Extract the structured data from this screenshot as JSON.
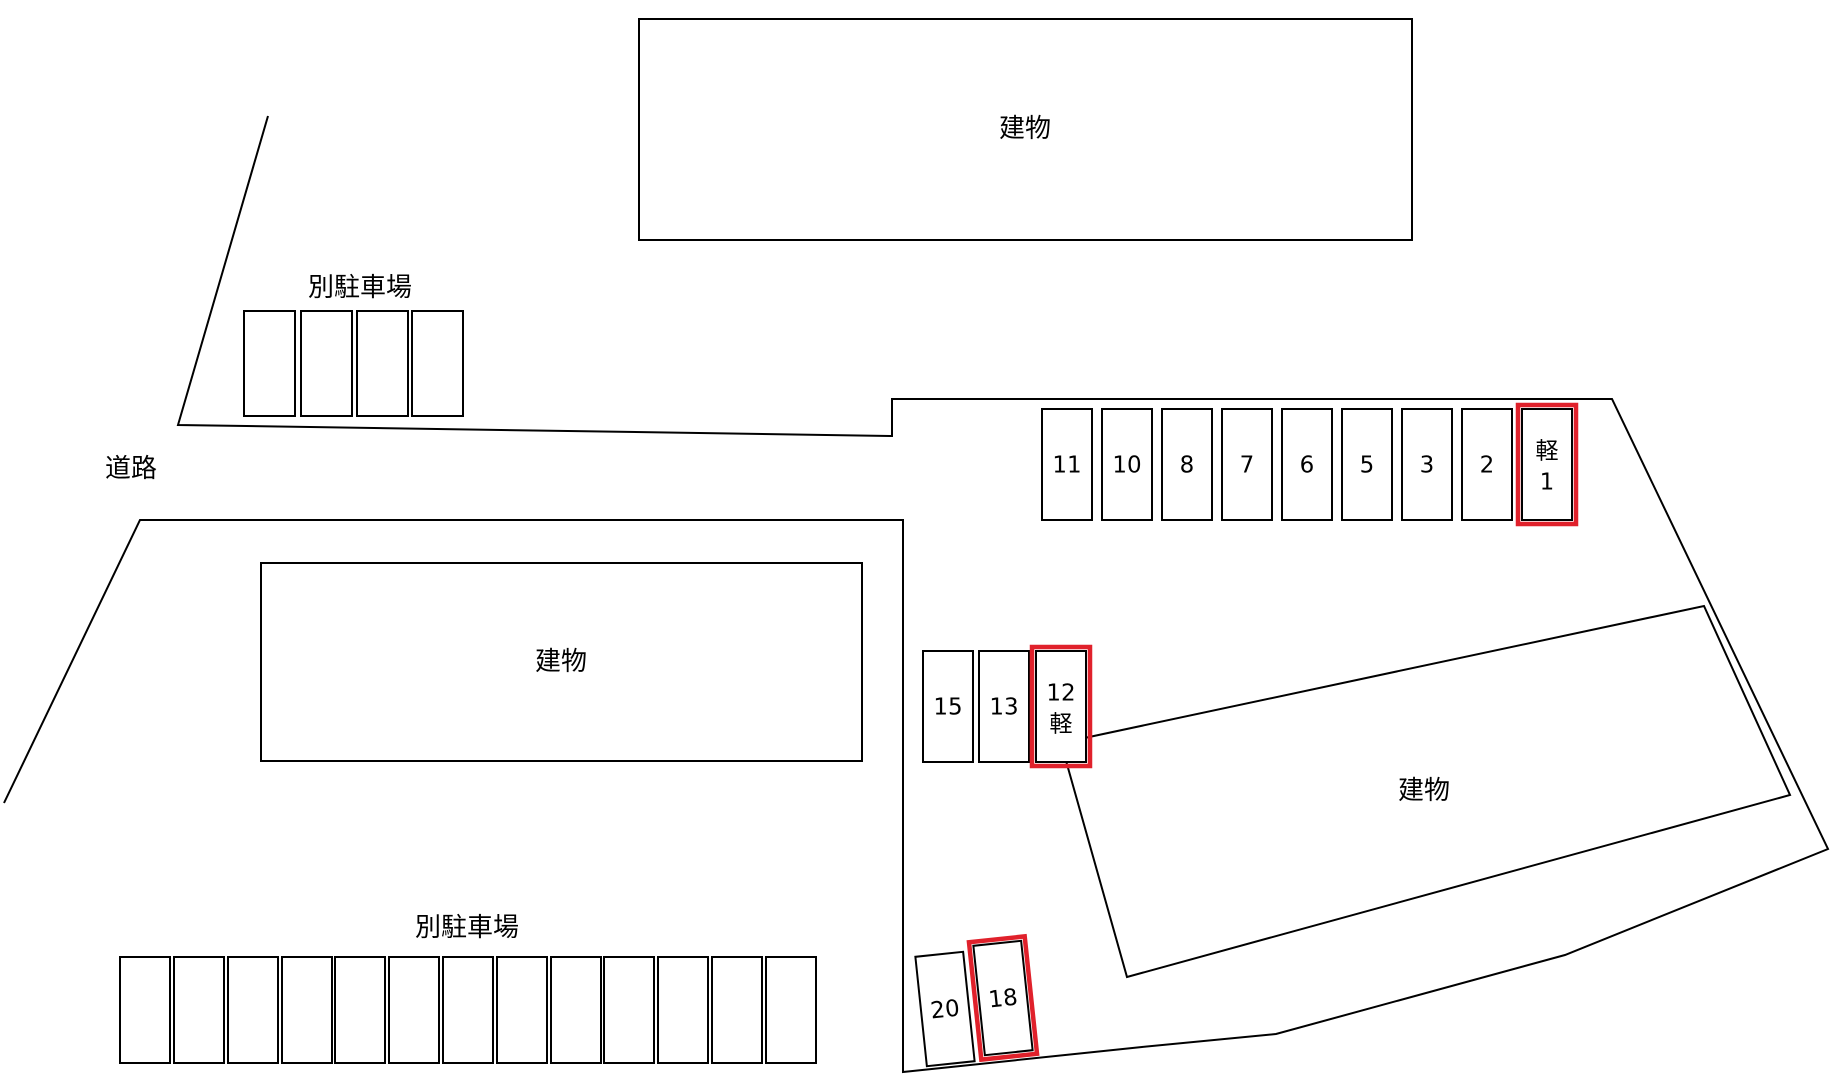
{
  "labels": {
    "building": "建物",
    "separate_parking": "別駐車場",
    "road": "道路"
  },
  "upper_row": [
    {
      "line1": "11"
    },
    {
      "line1": "10"
    },
    {
      "line1": "8"
    },
    {
      "line1": "7"
    },
    {
      "line1": "6"
    },
    {
      "line1": "5"
    },
    {
      "line1": "3"
    },
    {
      "line1": "2"
    },
    {
      "line1": "軽",
      "line2": "1",
      "highlighted": true
    }
  ],
  "middle_row": [
    {
      "line1": "15"
    },
    {
      "line1": "13"
    },
    {
      "line1": "12",
      "line2": "軽",
      "highlighted": true
    }
  ],
  "lower_spaces": [
    {
      "line1": "20"
    },
    {
      "line1": "18",
      "highlighted": true
    }
  ],
  "colors": {
    "line": "#000000",
    "highlight": "#e0212b",
    "background": "#ffffff"
  }
}
